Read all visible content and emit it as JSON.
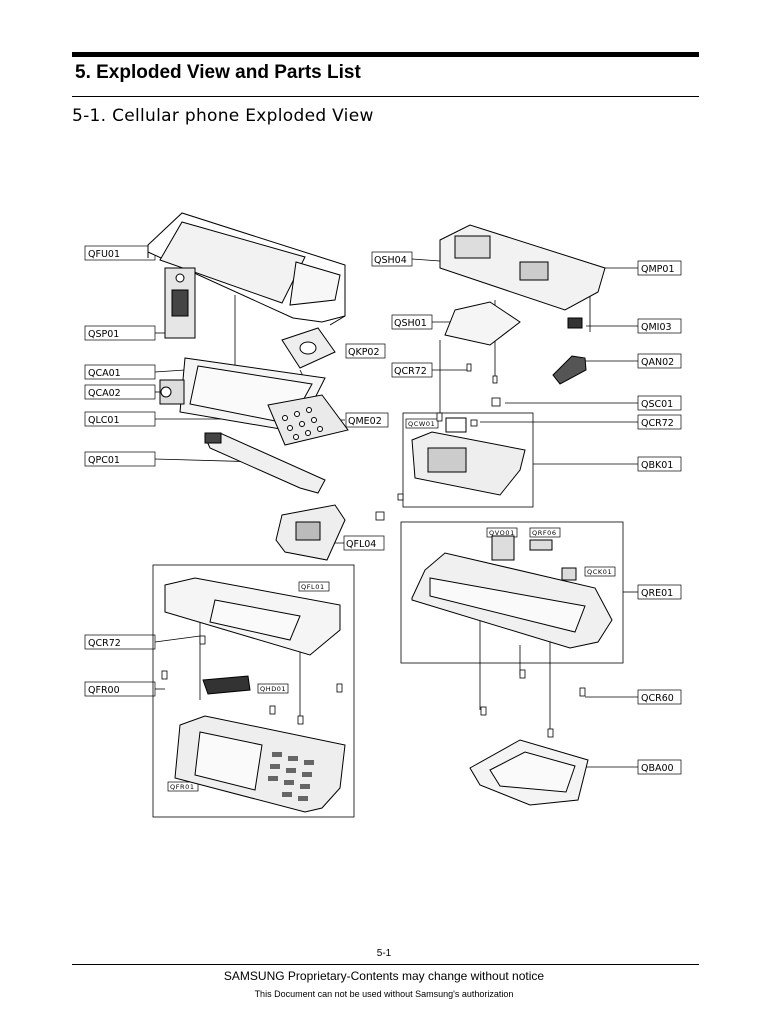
{
  "header": {
    "section_title": "5. Exploded View and Parts List",
    "subsection_title": "5-1. Cellular phone Exploded View"
  },
  "callouts": {
    "QFU01": "QFU01",
    "QSP01": "QSP01",
    "QCA01": "QCA01",
    "QCA02": "QCA02",
    "QLC01": "QLC01",
    "QPC01": "QPC01",
    "QKP02": "QKP02",
    "QME02": "QME02",
    "QFL04": "QFL04",
    "QCR72_left": "QCR72",
    "QFR00": "QFR00",
    "QSH04": "QSH04",
    "QSH01": "QSH01",
    "QCR72_mid": "QCR72",
    "QMP01": "QMP01",
    "QMI03": "QMI03",
    "QAN02": "QAN02",
    "QSC01": "QSC01",
    "QCR72_right": "QCR72",
    "QBK01": "QBK01",
    "QRE01": "QRE01",
    "QCR60": "QCR60",
    "QBA00": "QBA00"
  },
  "small_labels": {
    "QCW01": "QCW01",
    "QVO01": "QVO01",
    "QRF06": "QRF06",
    "QCK01": "QCK01",
    "QFL01": "QFL01",
    "QHD01": "QHD01",
    "QFR01": "QFR01"
  },
  "footer": {
    "page_number": "5-1",
    "notice": "SAMSUNG Proprietary-Contents may change without notice",
    "authorization": "This Document can not be used without Samsung's authorization"
  }
}
